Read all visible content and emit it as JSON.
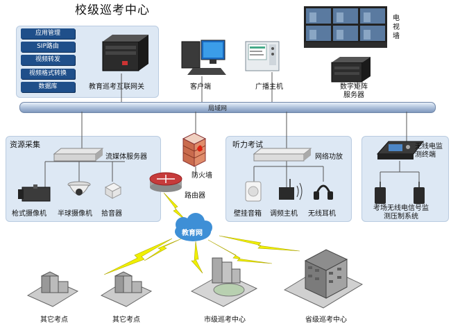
{
  "title": "校级巡考中心",
  "modules": [
    "应用管理",
    "SIP路由",
    "视频转发",
    "视频格式转换",
    "数据库"
  ],
  "gateway": "教育巡考互联网关",
  "client": "客户端",
  "broadcast_host": "广播主机",
  "tv_wall": "电视墙",
  "digital_matrix": "数字矩阵服务器",
  "lan": "局域网",
  "resource_panel": {
    "title": "资源采集",
    "media_server": "流媒体服务器",
    "gun_camera": "枪式摄像机",
    "dome_camera": "半球摄像机",
    "pickup": "拾音器"
  },
  "firewall": "防火墙",
  "router": "路由器",
  "listening_panel": {
    "title": "听力考试",
    "amplifier": "网络功放",
    "speaker": "壁挂音箱",
    "fm_host": "调频主机",
    "headphone": "无线耳机"
  },
  "wireless_panel": {
    "terminal": "无线电监测终端",
    "system": "考场无线电信号监测压制系统"
  },
  "edu_net": "教育网",
  "sites": [
    "其它考点",
    "其它考点",
    "市级巡考中心",
    "省级巡考中心"
  ],
  "colors": {
    "module_bg": "#1f4f8a",
    "panel_bg": "#dde8f4",
    "lightning": "#e6e600",
    "cloud": "#3e8fd6"
  }
}
